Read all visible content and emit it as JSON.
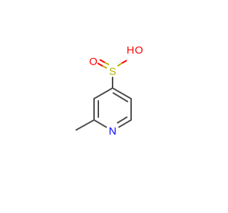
{
  "molecule": {
    "atoms": {
      "hydroxyl_o": {
        "symbol": "O",
        "color": "#ff0000"
      },
      "hydroxyl_h": {
        "symbol": "H",
        "color": "#ff0000"
      },
      "sulfinyl_o": {
        "symbol": "O",
        "color": "#ff0000"
      },
      "sulfur": {
        "symbol": "S",
        "color": "#b2b200"
      },
      "ring_n": {
        "symbol": "N",
        "color": "#0000ff"
      }
    },
    "bond_color": "#4a4a4a"
  }
}
